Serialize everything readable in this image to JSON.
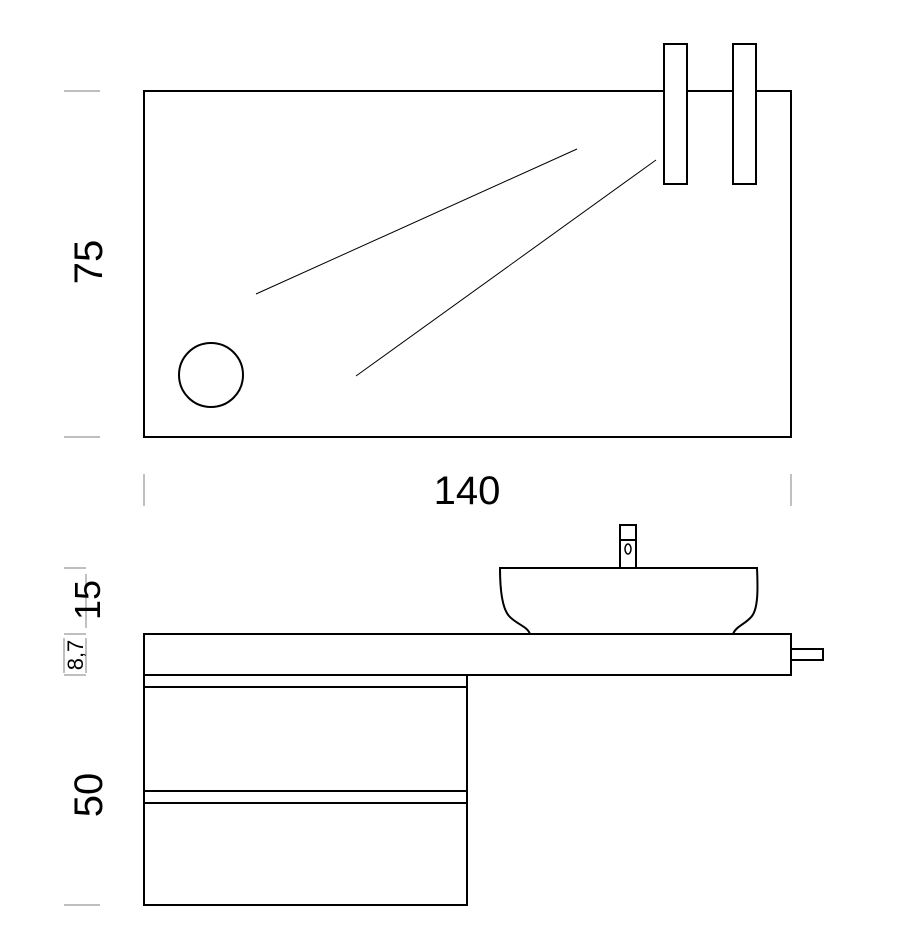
{
  "dimensions": {
    "mirror_height": "75",
    "width": "140",
    "basin_height": "15",
    "top_thickness": "8,7",
    "cabinet_height": "50"
  },
  "colors": {
    "line": "#000000",
    "dimension_tick": "#aaaaaa"
  }
}
